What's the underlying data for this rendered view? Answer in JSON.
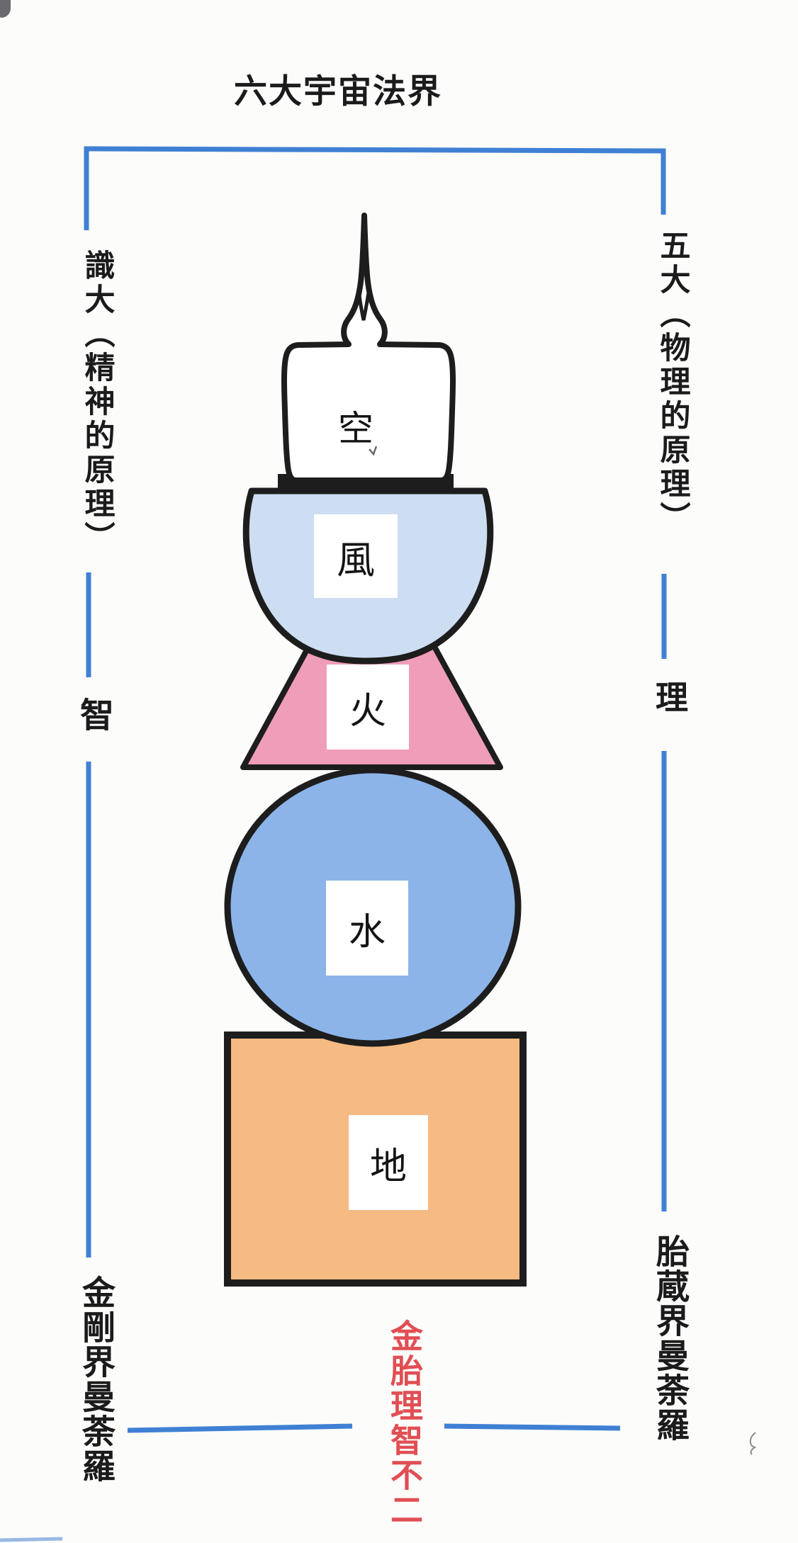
{
  "title": "六大宇宙法界",
  "colors": {
    "line_blue": "#3f80d4",
    "red_text": "#e14e53",
    "ink": "#1d1d1d",
    "wind_fill": "#cdddf2",
    "fire_fill": "#f09db9",
    "water_fill": "#8cb4e8",
    "earth_fill": "#f5bb83",
    "jewel_fill": "#ffffff"
  },
  "left_column": {
    "top_label": "識大（精神的原理）",
    "mid_label": "智",
    "bottom_label": "金剛界曼荼羅"
  },
  "right_column": {
    "top_label": "五大（物理的原理）",
    "mid_label": "理",
    "bottom_label": "胎蔵界曼荼羅"
  },
  "center_caption": "金胎理智不二",
  "stupa": {
    "elements": [
      {
        "name": "void",
        "label": "空",
        "shape": "jewel"
      },
      {
        "name": "wind",
        "label": "風",
        "shape": "hemisphere"
      },
      {
        "name": "fire",
        "label": "火",
        "shape": "triangle"
      },
      {
        "name": "water",
        "label": "水",
        "shape": "circle"
      },
      {
        "name": "earth",
        "label": "地",
        "shape": "square"
      }
    ]
  }
}
